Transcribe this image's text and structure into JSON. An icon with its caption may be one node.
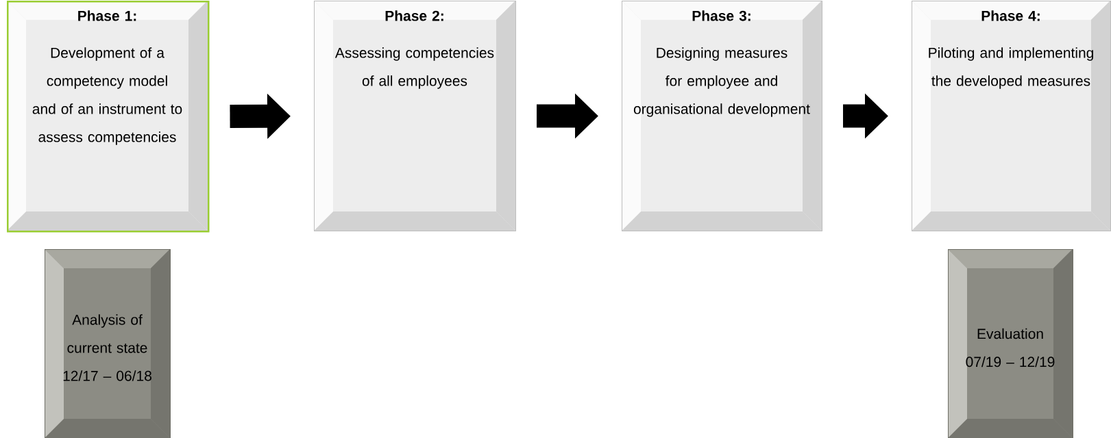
{
  "diagram": {
    "nodes": [
      {
        "text": [
          "Phase 1:",
          "Development of a competency model and of an instrument to assess competencies"
        ]
      },
      {
        "text": [
          "Phase 2:",
          "Assessing competencies of all employees"
        ]
      },
      {
        "text": [
          "Phase 3:",
          "Designing measures for employee and organisational development"
        ]
      },
      {
        "text": [
          "Phase 4:",
          "Piloting and implementing the developed measures"
        ]
      },
      {
        "text": [
          "Analysis of current state 12/17 – 06/18"
        ]
      },
      {
        "text": [
          "Evaluation 07/19 – 12/19"
        ]
      }
    ],
    "edges": [
      {
        "from": 0,
        "to": 1,
        "arrow": "to"
      },
      {
        "from": 1,
        "to": 2,
        "arrow": "to"
      },
      {
        "from": 2,
        "to": 3,
        "arrow": "to"
      }
    ]
  }
}
